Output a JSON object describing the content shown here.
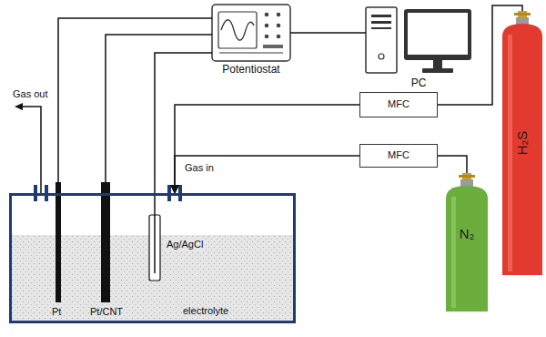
{
  "diagram": {
    "nodes": [
      {
        "text": [
          "Potentiostat"
        ]
      },
      {
        "text": [
          "PC"
        ]
      },
      {
        "text": [
          "MFC"
        ]
      },
      {
        "text": [
          "MFC"
        ]
      },
      {
        "text": [
          "N₂"
        ]
      },
      {
        "text": [
          "H₂S"
        ]
      },
      {
        "text": [
          "electrolyte"
        ]
      }
    ],
    "edges": [
      {
        "from": 0,
        "to": 1,
        "arrow": "none"
      },
      {
        "from": 5,
        "to": 2,
        "arrow": "none"
      },
      {
        "from": 4,
        "to": 3,
        "arrow": "none"
      },
      {
        "from": 2,
        "to": 6,
        "arrow": "to"
      },
      {
        "from": 3,
        "to": 6,
        "arrow": "to"
      }
    ],
    "labels": [
      "Gas out",
      "Gas in",
      "Pt",
      "Pt/CNT",
      "Ag/AgCl"
    ]
  }
}
